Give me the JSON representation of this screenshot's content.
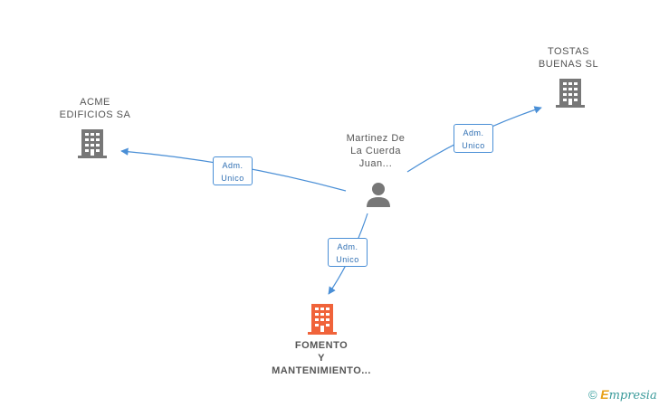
{
  "nodes": {
    "acme": {
      "lines": [
        "ACME",
        "EDIFICIOS SA"
      ]
    },
    "tostas": {
      "lines": [
        "TOSTAS",
        "BUENAS SL"
      ]
    },
    "person": {
      "lines": [
        "Martinez De",
        "La Cuerda",
        "Juan..."
      ]
    },
    "fomento": {
      "lines": [
        "FOMENTO",
        "Y",
        "MANTENIMIENTO..."
      ]
    }
  },
  "edges": [
    {
      "id": "to-acme",
      "lines": [
        "Adm.",
        "Unico"
      ]
    },
    {
      "id": "to-tostas",
      "lines": [
        "Adm.",
        "Unico"
      ]
    },
    {
      "id": "to-fomento",
      "lines": [
        "Adm.",
        "Unico"
      ]
    }
  ],
  "brand": {
    "symbol": "©",
    "initial": "E",
    "rest": "mpresia"
  },
  "colors": {
    "edge": "#4a8fd6",
    "building": "#777777",
    "focus_building": "#f0633a",
    "person": "#777777"
  },
  "icons": [
    "building-icon",
    "person-icon",
    "copyright-icon"
  ]
}
